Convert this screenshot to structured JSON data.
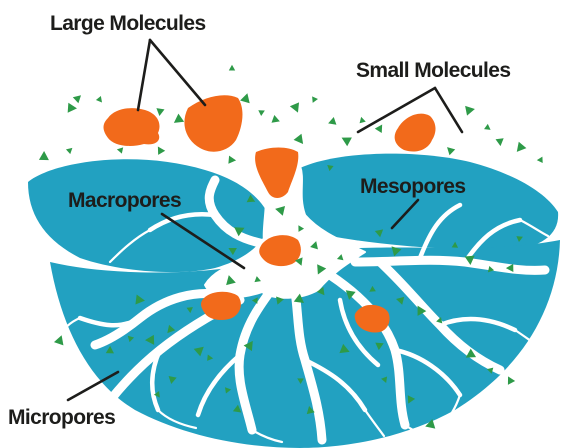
{
  "labels": {
    "large_molecules": "Large Molecules",
    "small_molecules": "Small Molecules",
    "macropores": "Macropores",
    "mesopores": "Mesopores",
    "micropores": "Micropores"
  },
  "colors": {
    "particle": "#22a1c1",
    "particle_dark": "#1c8fad",
    "pore": "#ffffff",
    "large_molecule": "#f26a1b",
    "small_molecule": "#2e9a48",
    "text": "#1d1d1b"
  }
}
